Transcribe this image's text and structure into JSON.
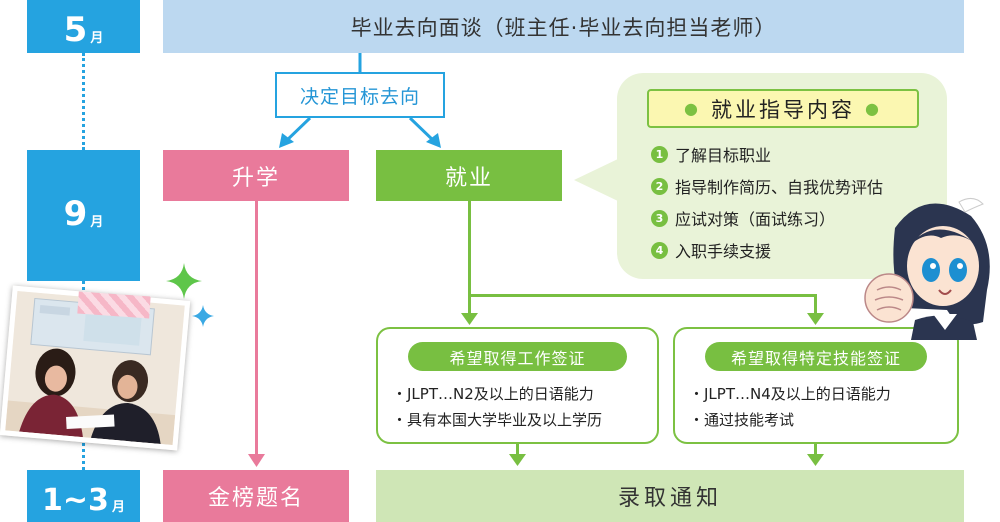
{
  "timeline": {
    "may": {
      "num": "5",
      "unit": "月"
    },
    "sep": {
      "num": "9",
      "unit": "月"
    },
    "jan_mar": {
      "num": "1~3",
      "unit": "月"
    }
  },
  "interview_bar": "毕业去向面谈（班主任·毕业去向担当老师）",
  "decide_box": "决定目标去向",
  "study_box": "升学",
  "employ_box": "就业",
  "guide": {
    "title": "就业指导内容",
    "items": [
      {
        "num": "1",
        "text": "了解目标职业"
      },
      {
        "num": "2",
        "text": "指导制作简历、自我优势评估"
      },
      {
        "num": "3",
        "text": "应试对策（面试练习）"
      },
      {
        "num": "4",
        "text": "入职手续支援"
      }
    ]
  },
  "visa_work": {
    "title": "希望取得工作签证",
    "lines": [
      "・JLPT…N2及以上的日语能力",
      "・具有本国大学毕业及以上学历"
    ]
  },
  "visa_skill": {
    "title": "希望取得特定技能签证",
    "lines": [
      "・JLPT…N4及以上的日语能力",
      "・通过技能考试"
    ]
  },
  "pass_box": "金榜题名",
  "notice_box": "录取通知",
  "colors": {
    "blue": "#25a3e0",
    "light_blue": "#bcd8f0",
    "pink": "#e97a9b",
    "green": "#78bf41",
    "light_green": "#cfe6b6",
    "bubble": "#e9f3d8",
    "title_yellow": "#fbf7b1"
  }
}
